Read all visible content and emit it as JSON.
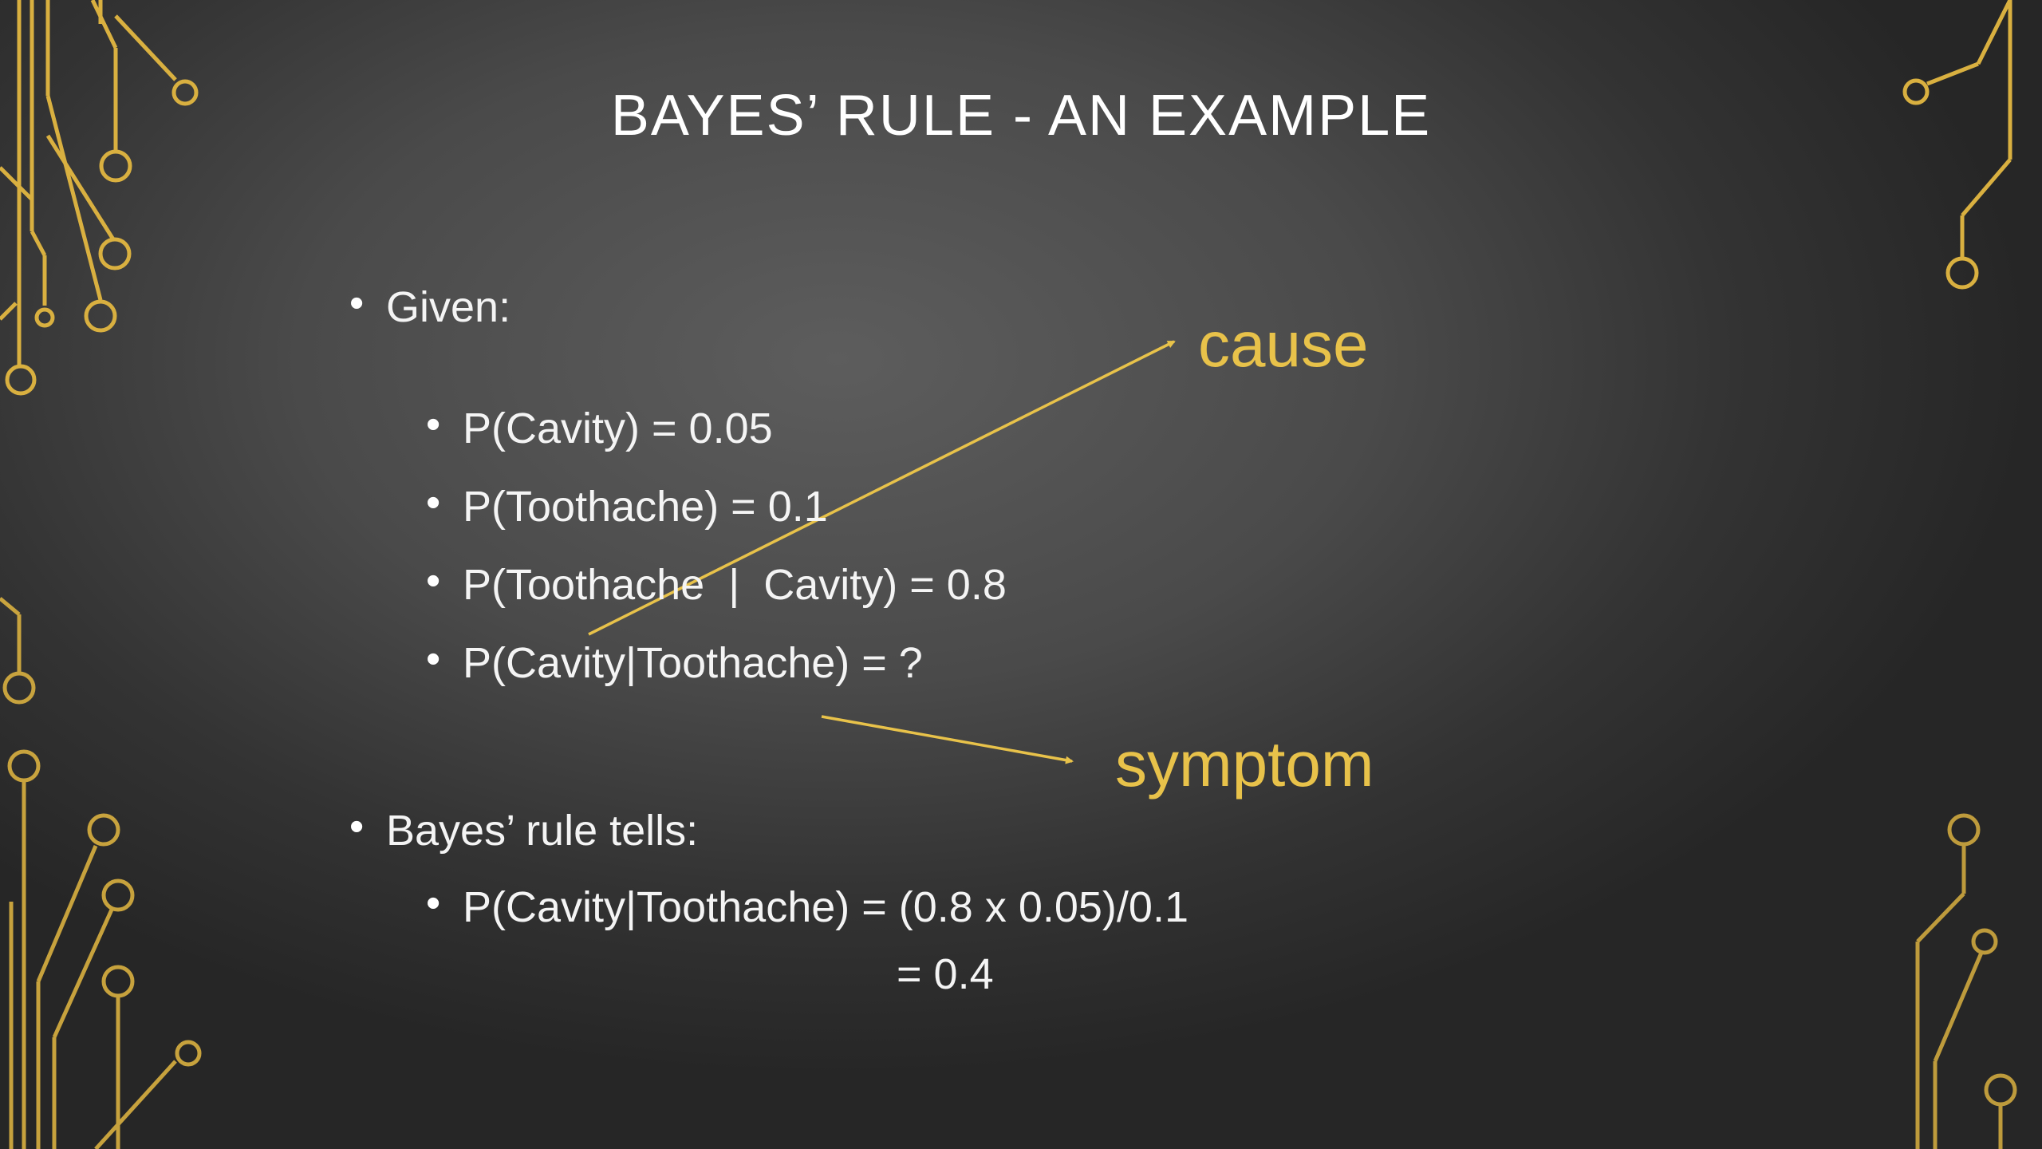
{
  "slide": {
    "title": "BAYES’ RULE - AN EXAMPLE",
    "given_label": "Given:",
    "given_items": [
      "P(Cavity) = 0.05",
      "P(Toothache) = 0.1",
      "P(Toothache  |  Cavity) = 0.8",
      "P(Cavity|Toothache) = ?"
    ],
    "rule_label": "Bayes’ rule tells:",
    "rule_line1": "P(Cavity|Toothache) = (0.8 x 0.05)/0.1",
    "rule_line2": "= 0.4",
    "annotation_cause": "cause",
    "annotation_symptom": "symptom"
  },
  "colors": {
    "accent": "#e8c24a",
    "text": "#ffffff",
    "circuit": "#d9b040"
  },
  "icons": [
    "circuit-decoration-top-left",
    "circuit-decoration-top-right",
    "circuit-decoration-bottom-left",
    "circuit-decoration-bottom-right"
  ]
}
